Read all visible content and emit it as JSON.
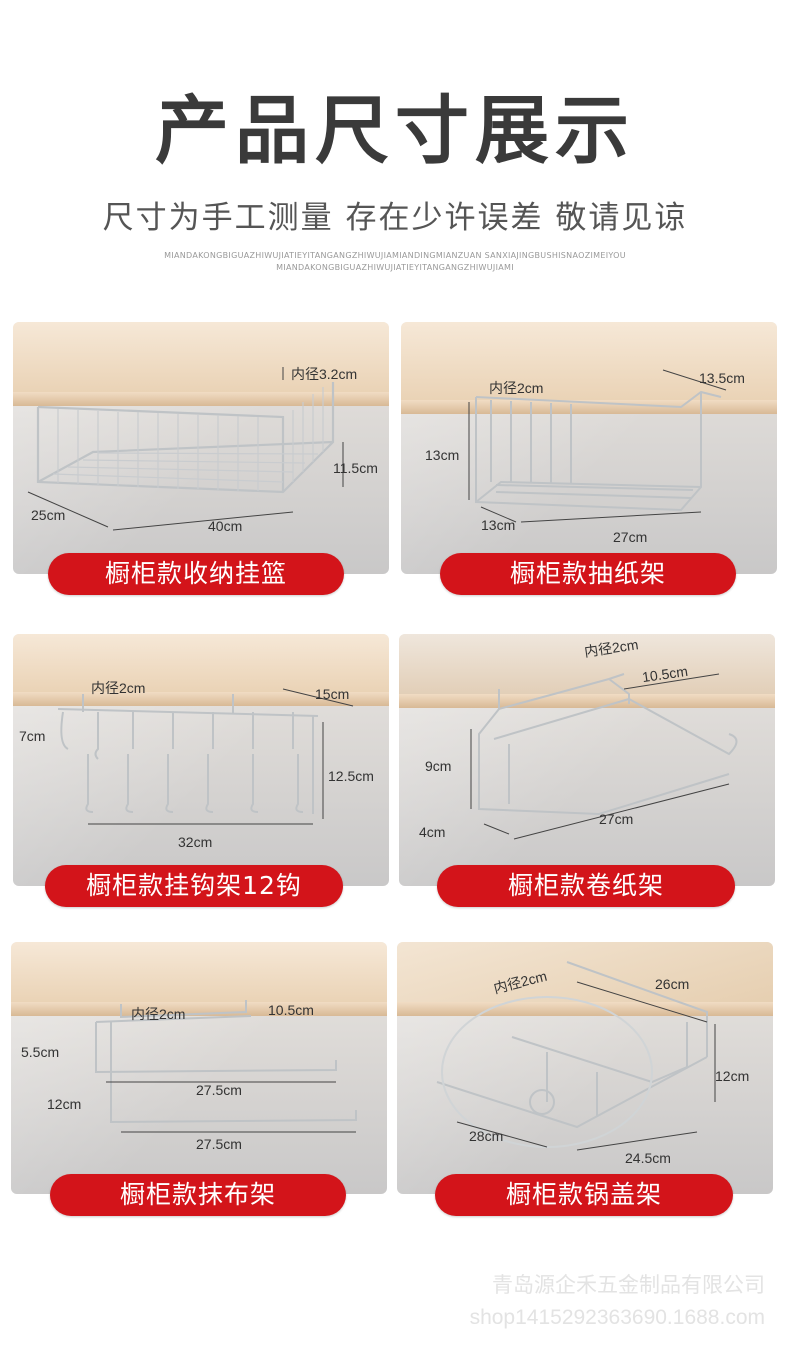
{
  "header": {
    "title": "产品尺寸展示",
    "subtitle": "尺寸为手工测量 存在少许误差 敬请见谅",
    "pinyin_line1": "MIANDAKONGBIGUAZHIWUJIATIEYITANGANGZHIWUJIAMIANDINGMIANZUAN SANXIAJINGBUSHISNAOZIMEIYOU",
    "pinyin_line2": "MIANDAKONGBIGUAZHIWUJIATIEYITANGANGZHIWUJIAMI"
  },
  "products": [
    {
      "label": "橱柜款收纳挂篮",
      "dims": [
        "内径3.2cm",
        "11.5cm",
        "25cm",
        "40cm"
      ]
    },
    {
      "label": "橱柜款抽纸架",
      "dims": [
        "内径2cm",
        "13.5cm",
        "13cm",
        "13cm",
        "27cm"
      ]
    },
    {
      "label": "橱柜款挂钩架12钩",
      "dims": [
        "内径2cm",
        "15cm",
        "7cm",
        "12.5cm",
        "32cm"
      ]
    },
    {
      "label": "橱柜款卷纸架",
      "dims": [
        "内径2cm",
        "10.5cm",
        "9cm",
        "4cm",
        "27cm"
      ]
    },
    {
      "label": "橱柜款抹布架",
      "dims": [
        "内径2cm",
        "10.5cm",
        "5.5cm",
        "27.5cm",
        "12cm",
        "27.5cm"
      ]
    },
    {
      "label": "橱柜款锅盖架",
      "dims": [
        "内径2cm",
        "26cm",
        "12cm",
        "28cm",
        "24.5cm"
      ]
    }
  ],
  "footer": {
    "company": "青岛源企禾五金制品有限公司",
    "shop": "shop1415292363690.1688.com"
  },
  "colors": {
    "pill": "#d3141a",
    "title": "#3a3a3a"
  }
}
